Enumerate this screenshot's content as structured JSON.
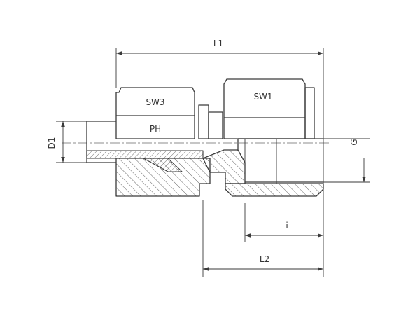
{
  "diagram": {
    "labels": {
      "l1": "L1",
      "l2": "L2",
      "sw3": "SW3",
      "sw1": "SW1",
      "ph": "PH",
      "d1": "D1",
      "g": "G",
      "i": "i"
    },
    "colors": {
      "line": "#3a3a3a",
      "background": "#ffffff"
    }
  }
}
